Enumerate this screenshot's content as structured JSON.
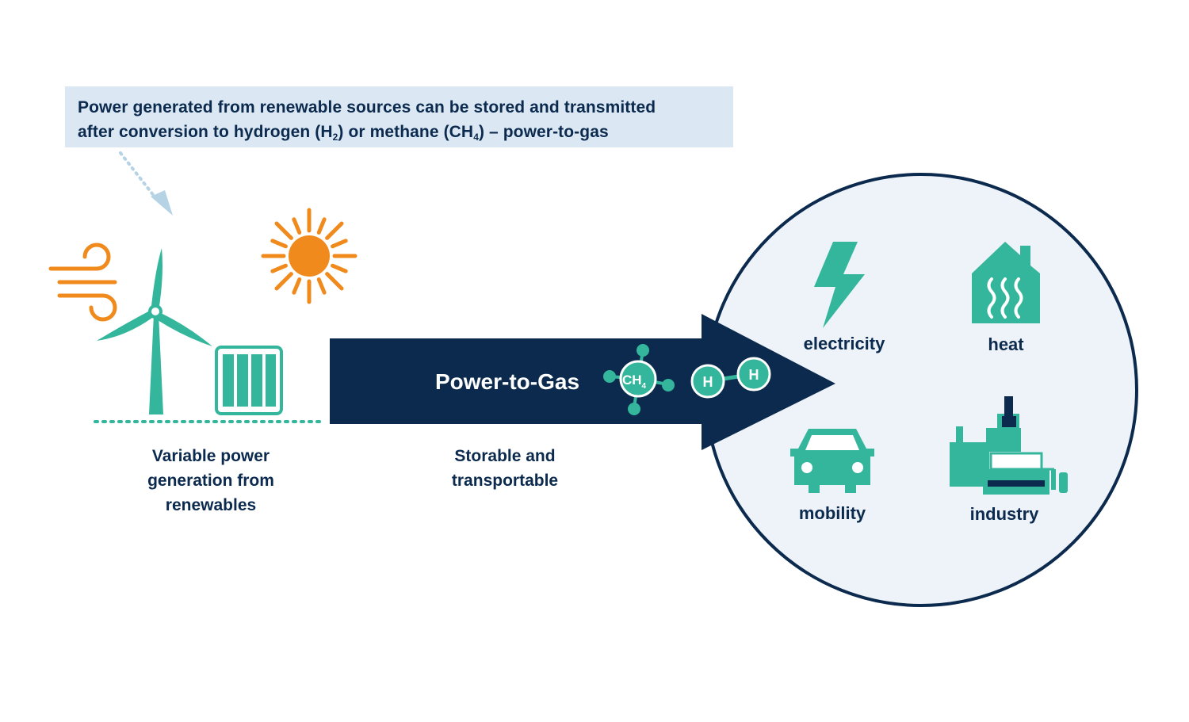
{
  "callout": {
    "line1": "Power generated from renewable sources can be stored and transmitted",
    "line2_a": "after conversion to hydrogen (H",
    "line2_sub1": "2",
    "line2_b": ") or methane (CH",
    "line2_sub2": "4",
    "line2_c": ") – power-to-gas"
  },
  "source": {
    "label_line1": "Variable power",
    "label_line2": "generation from",
    "label_line3": "renewables"
  },
  "arrow": {
    "title": "Power-to-Gas",
    "label_line1": "Storable and",
    "label_line2": "transportable",
    "methane_text": "CH",
    "methane_sub": "4",
    "hydrogen_atom_1": "H",
    "hydrogen_atom_2": "H"
  },
  "uses": {
    "electricity": "electricity",
    "heat": "heat",
    "mobility": "mobility",
    "industry": "industry"
  },
  "colors": {
    "navy": "#0b2a4e",
    "teal": "#33b69b",
    "orange": "#f08a1c",
    "light_blue": "#dbe8f3",
    "circle_fill": "#edf3f8"
  },
  "icons": [
    "wind-icon",
    "sun-icon",
    "wind-turbine-icon",
    "solar-panel-icon",
    "methane-molecule-icon",
    "hydrogen-molecule-icon",
    "lightning-bolt-icon",
    "house-heat-icon",
    "car-icon",
    "factory-icon"
  ]
}
